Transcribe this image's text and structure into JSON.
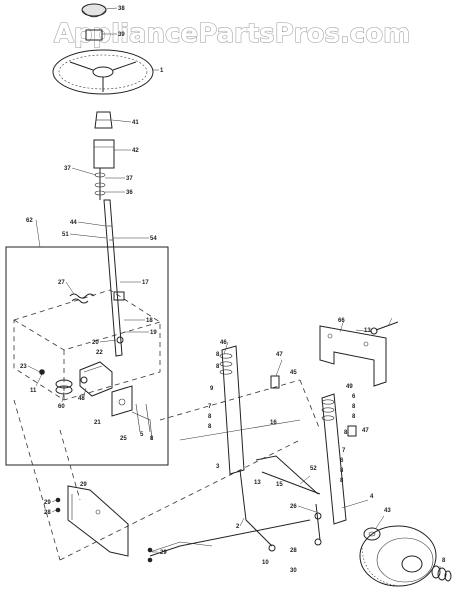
{
  "watermark": "AppliancePartsPros.com",
  "labels": [
    "38",
    "39",
    "1",
    "41",
    "42",
    "37",
    "37",
    "36",
    "44",
    "51",
    "54",
    "62",
    "27",
    "17",
    "18",
    "19",
    "20",
    "22",
    "23",
    "11",
    "60",
    "48",
    "25",
    "5",
    "8",
    "21",
    "46",
    "8",
    "8",
    "9",
    "7",
    "8",
    "8",
    "47",
    "45",
    "3",
    "13",
    "66",
    "49",
    "6",
    "8",
    "8",
    "8",
    "7",
    "6",
    "8",
    "8",
    "47",
    "52",
    "26",
    "4",
    "15",
    "10",
    "13",
    "16",
    "29",
    "28",
    "29",
    "2",
    "28",
    "30",
    "43",
    "8",
    "29"
  ]
}
